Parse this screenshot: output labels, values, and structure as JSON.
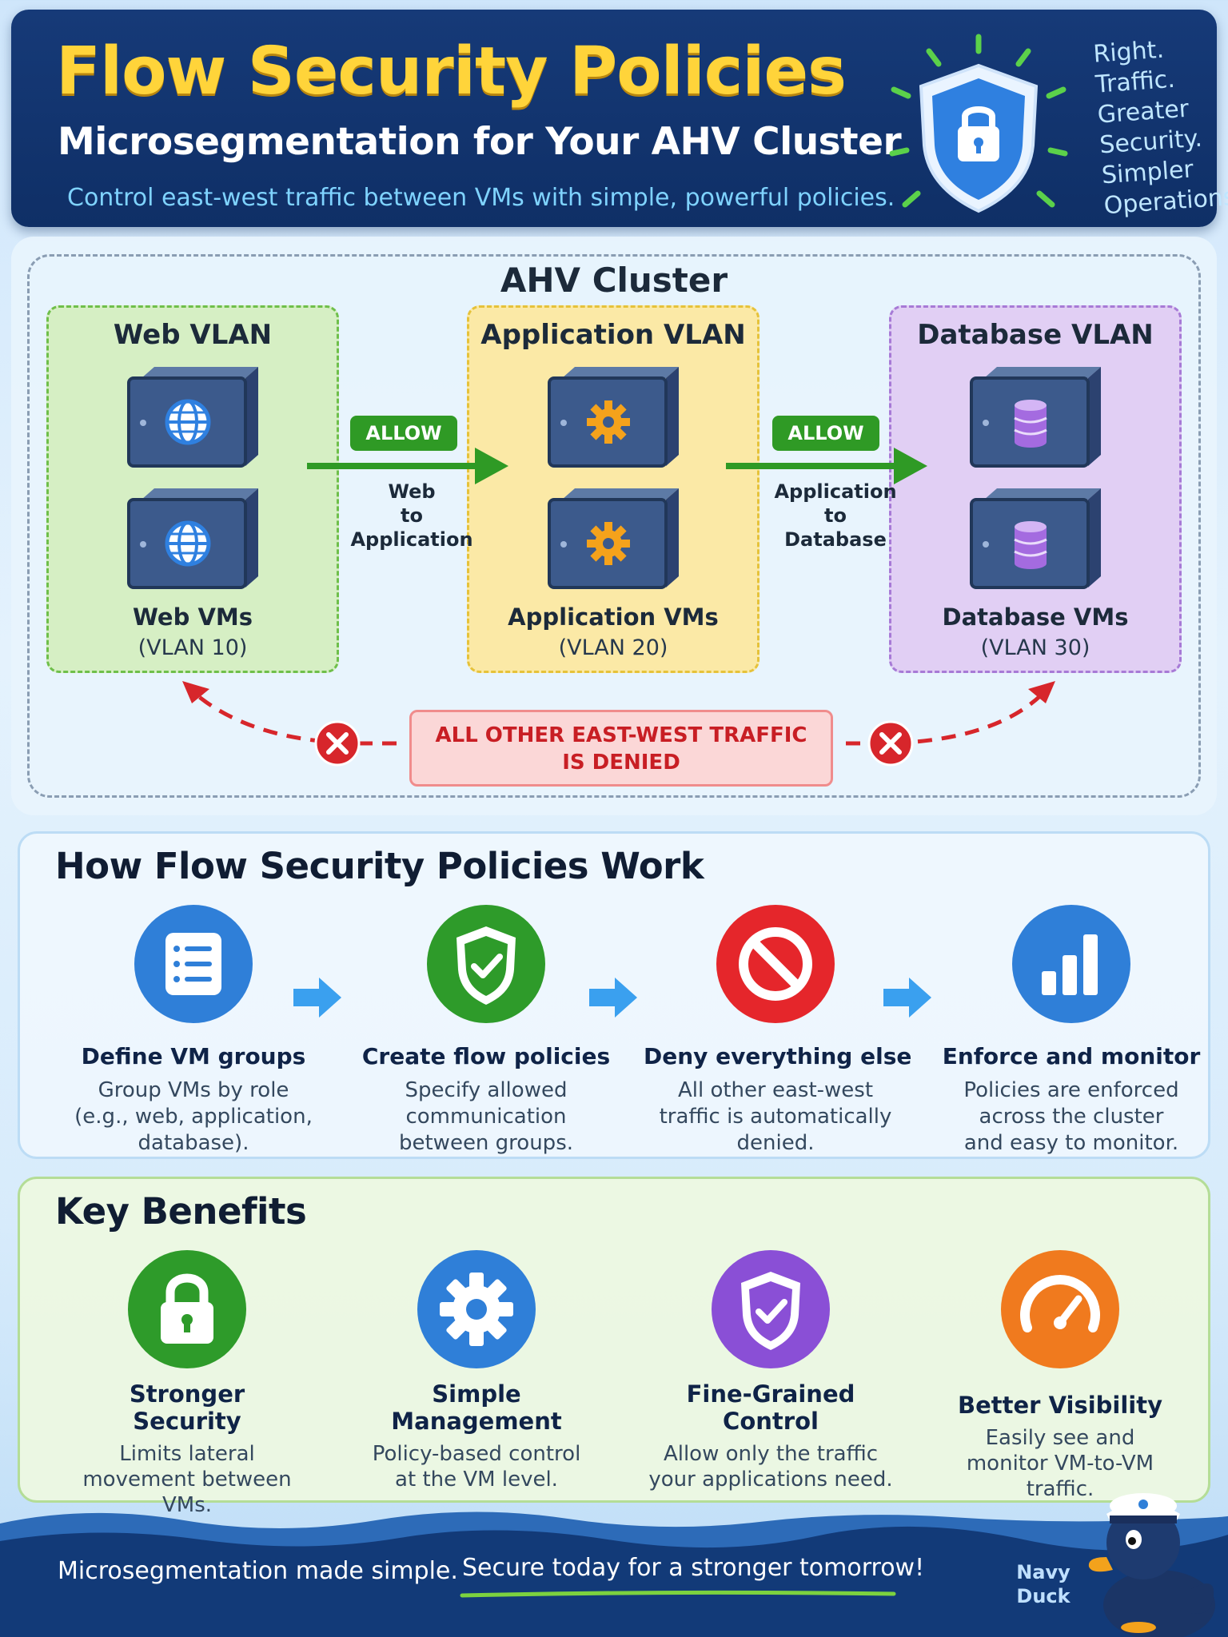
{
  "header": {
    "title": "Flow Security Policies",
    "subtitle": "Microsegmentation for Your AHV Cluster",
    "tagline": "Control east-west traffic between VMs with simple, powerful policies.",
    "slogan": [
      "Right.",
      "Traffic.",
      "Greater",
      "Security.",
      "Simpler",
      "Operations."
    ],
    "icon": "shield-lock-icon"
  },
  "cluster": {
    "title": "AHV Cluster",
    "vlans": [
      {
        "name": "Web VLAN",
        "vm_label": "Web VMs",
        "vm_sub": "(VLAN 10)",
        "icon": "globe-icon",
        "color": "#6fbf4a"
      },
      {
        "name": "Application VLAN",
        "vm_label": "Application VMs",
        "vm_sub": "(VLAN 20)",
        "icon": "gear-icon",
        "color": "#e6c23a"
      },
      {
        "name": "Database VLAN",
        "vm_label": "Database VMs",
        "vm_sub": "(VLAN 30)",
        "icon": "database-icon",
        "color": "#a77ad6"
      }
    ],
    "flows": [
      {
        "badge": "ALLOW",
        "line1": "Web",
        "line2": "to",
        "line3": "Application"
      },
      {
        "badge": "ALLOW",
        "line1": "Application",
        "line2": "to",
        "line3": "Database"
      }
    ],
    "deny": {
      "line1": "ALL OTHER EAST-WEST TRAFFIC",
      "line2": "IS DENIED"
    }
  },
  "how": {
    "title": "How Flow Security Policies Work",
    "steps": [
      {
        "title": "Define VM groups",
        "desc": [
          "Group VMs by role",
          "(e.g., web, application,",
          "database)."
        ],
        "icon": "list-icon",
        "color": "#2f7fd8"
      },
      {
        "title": "Create flow policies",
        "desc": [
          "Specify allowed",
          "communication",
          "between groups."
        ],
        "icon": "shield-check-icon",
        "color": "#2e9b2a"
      },
      {
        "title": "Deny everything else",
        "desc": [
          "All other east-west",
          "traffic is automatically",
          "denied."
        ],
        "icon": "prohibited-icon",
        "color": "#e5262b"
      },
      {
        "title": "Enforce and monitor",
        "desc": [
          "Policies are enforced",
          "across the cluster",
          "and easy to monitor."
        ],
        "icon": "bar-chart-icon",
        "color": "#2f7fd8"
      }
    ]
  },
  "benefits": {
    "title": "Key Benefits",
    "items": [
      {
        "title": [
          "Stronger",
          "Security"
        ],
        "desc": [
          "Limits lateral",
          "movement between VMs."
        ],
        "icon": "lock-icon",
        "color": "#2e9b2a"
      },
      {
        "title": [
          "Simple",
          "Management"
        ],
        "desc": [
          "Policy-based control",
          "at the VM level."
        ],
        "icon": "gear-icon",
        "color": "#2f7fd8"
      },
      {
        "title": [
          "Fine-Grained",
          "Control"
        ],
        "desc": [
          "Allow only the traffic",
          "your applications need."
        ],
        "icon": "shield-check-icon",
        "color": "#8a4fd6"
      },
      {
        "title": [
          "Better Visibility"
        ],
        "desc": [
          "Easily see and",
          "monitor VM-to-VM",
          "traffic."
        ],
        "icon": "gauge-icon",
        "color": "#f07a1e"
      }
    ]
  },
  "footer": {
    "left": "Microsegmentation made simple.",
    "right": "Secure today for a stronger tomorrow!",
    "mascot_line1": "Navy",
    "mascot_line2": "Duck"
  }
}
